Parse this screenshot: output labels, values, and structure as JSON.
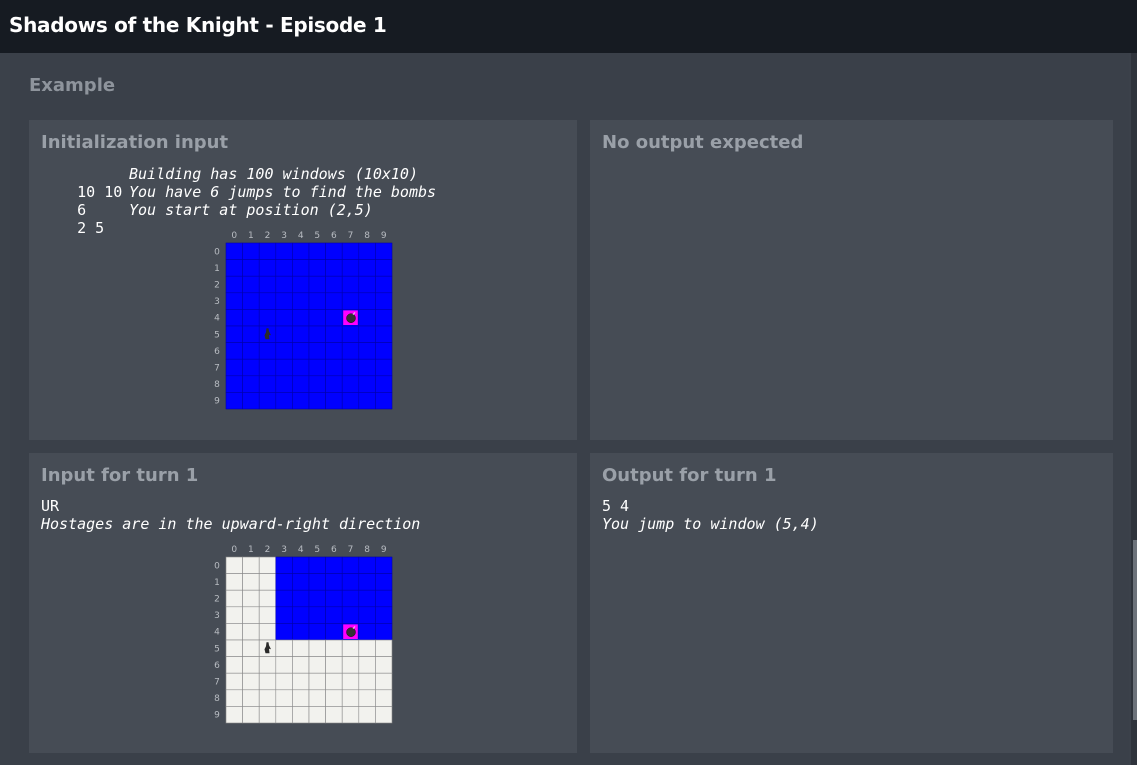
{
  "header": {
    "title": "Shadows of the Knight - Episode 1"
  },
  "example": {
    "title": "Example",
    "init_panel": {
      "title": "Initialization input",
      "lines": [
        {
          "value": "10 10",
          "comment": "Building has 100 windows (10x10)"
        },
        {
          "value": "6",
          "comment": "You have 6 jumps to find the bombs"
        },
        {
          "value": "2 5",
          "comment": "You start at position (2,5)"
        }
      ]
    },
    "init_output_panel": {
      "title": "No output expected"
    },
    "turn_input_panel": {
      "title": "Input for turn 1",
      "value": "UR",
      "comment": "Hostages are in the upward-right direction"
    },
    "turn_output_panel": {
      "title": "Output for turn 1",
      "value": "5 4",
      "comment": "You jump to window (5,4)"
    }
  },
  "grid": {
    "col_labels": [
      "0",
      "1",
      "2",
      "3",
      "4",
      "5",
      "6",
      "7",
      "8",
      "9"
    ],
    "row_labels": [
      "0",
      "1",
      "2",
      "3",
      "4",
      "5",
      "6",
      "7",
      "8",
      "9"
    ],
    "colors": {
      "active": "#0000ff",
      "eliminated": "#f2f2ee",
      "bomb_bg": "#ff00ff",
      "line": "#1a1a1a"
    },
    "knight": [
      2,
      5
    ],
    "bomb": [
      7,
      4
    ],
    "board1_active_region": {
      "x": [
        0,
        9
      ],
      "y": [
        0,
        9
      ]
    },
    "board2_active_region": {
      "x": [
        3,
        9
      ],
      "y": [
        0,
        4
      ]
    },
    "icons": {
      "knight": "knight-icon",
      "bomb": "bomb-icon"
    }
  }
}
